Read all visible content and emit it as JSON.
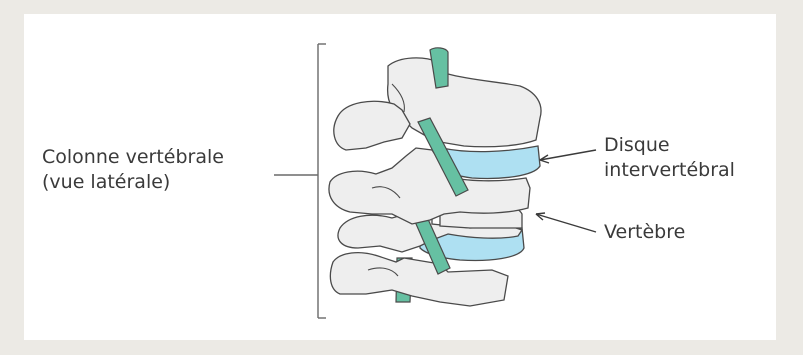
{
  "labels": {
    "spine_line1": "Colonne vertébrale",
    "spine_line2": "(vue latérale)",
    "disc_line1": "Disque",
    "disc_line2": "intervertébral",
    "vertebra": "Vertèbre"
  },
  "colors": {
    "page_background": "#eceae5",
    "panel_background": "#ffffff",
    "bone_fill": "#eeeeee",
    "outline": "#4a4a4a",
    "disc_fill": "#aee0f2",
    "nerve_fill": "#66c0a2",
    "text": "#3a3a3a"
  }
}
